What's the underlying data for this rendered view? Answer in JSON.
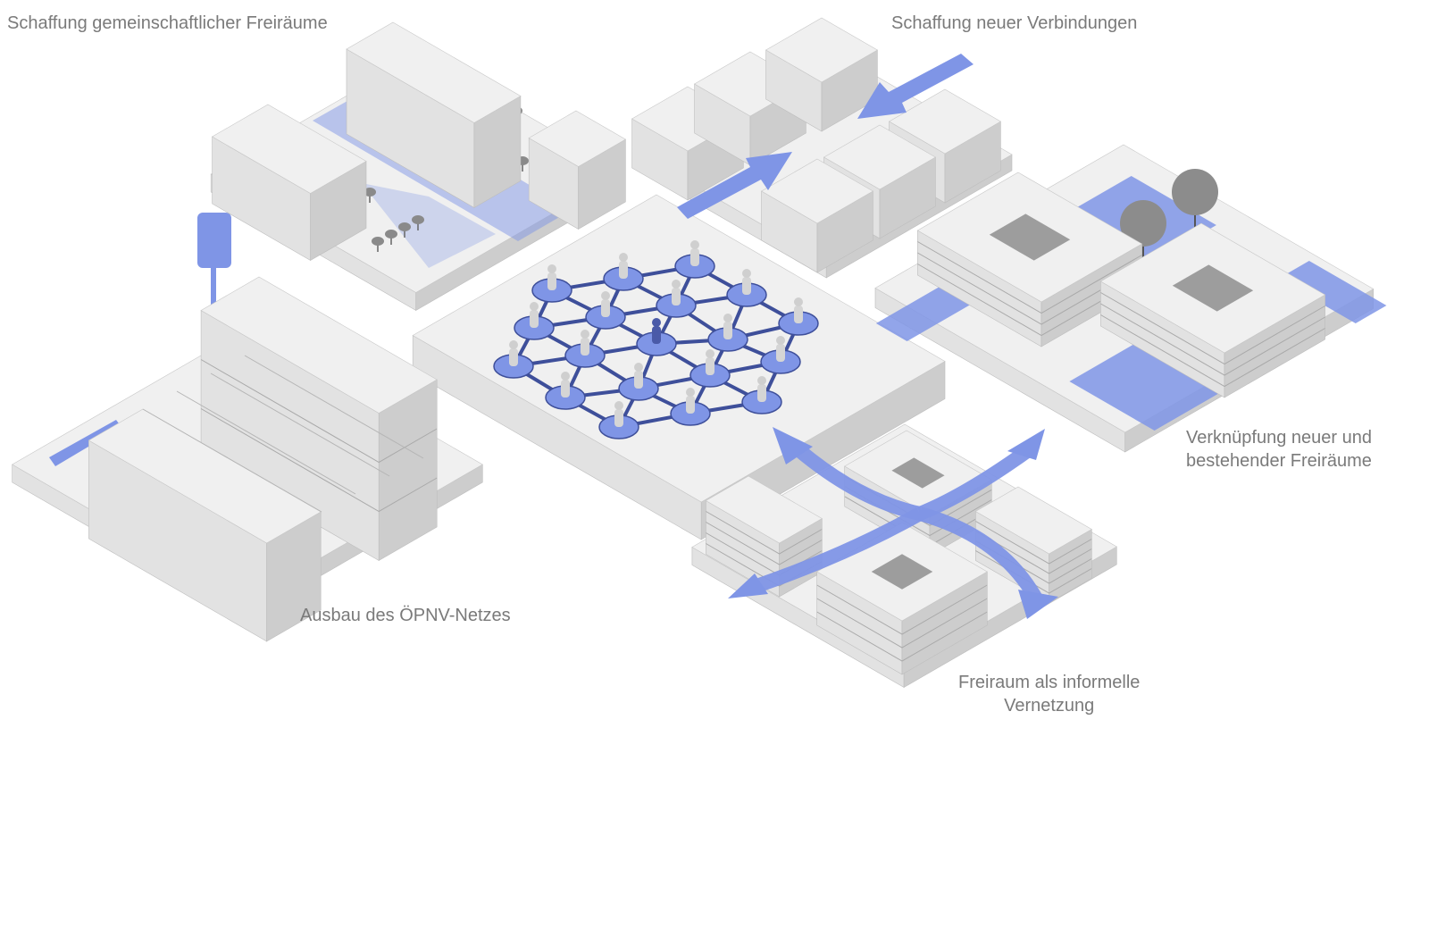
{
  "labels": {
    "shared_open_space": "Schaffung gemeinschaftlicher Freiräume",
    "new_connections": "Schaffung neuer Verbindungen",
    "linking_line1": "Verknüpfung neuer und",
    "linking_line2": "bestehender Freiräume",
    "transit": "Ausbau des ÖPNV-Netzes",
    "informal_line1": "Freiraum als informelle",
    "informal_line2": "Vernetzung"
  },
  "colors": {
    "accent": "#7f95e6",
    "accent_dark": "#4a5aa8",
    "top": "#f0f0f0",
    "left": "#e2e2e2",
    "right": "#cdcdcd",
    "text": "#7a7a7a"
  }
}
